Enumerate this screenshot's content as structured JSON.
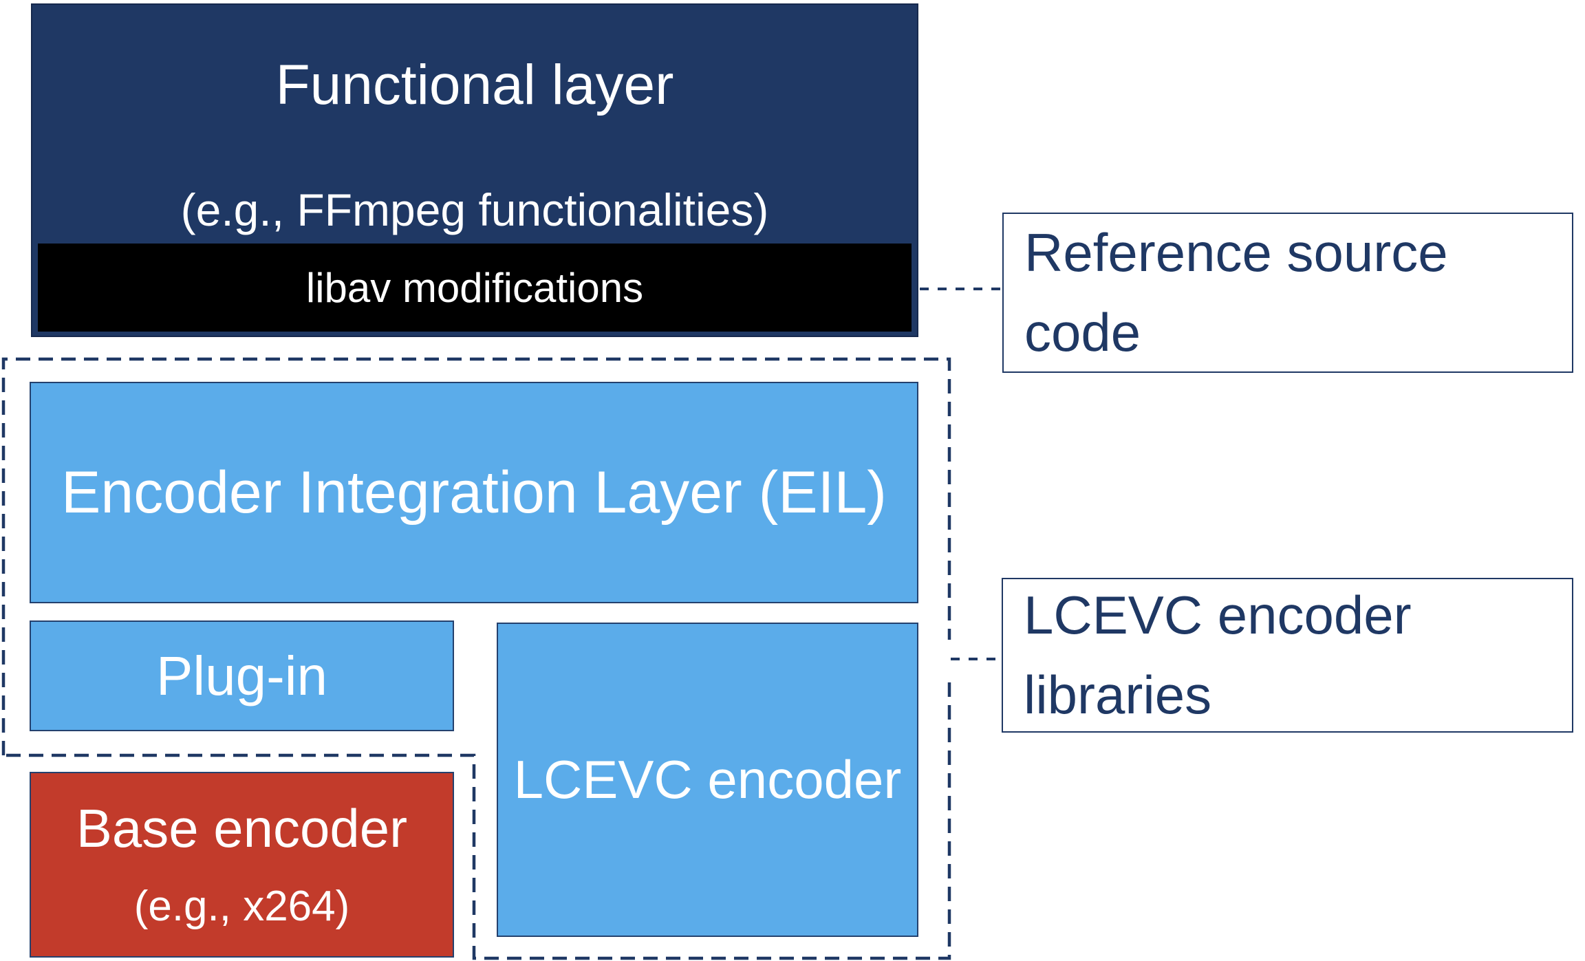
{
  "diagram": {
    "functional_layer": {
      "title": "Functional layer",
      "subtitle": "(e.g., FFmpeg functionalities)",
      "strip_label": "libav modifications"
    },
    "eil": {
      "label": "Encoder Integration Layer (EIL)"
    },
    "plugin": {
      "label": "Plug-in"
    },
    "lcevc_encoder": {
      "label": "LCEVC encoder"
    },
    "base_encoder": {
      "title": "Base encoder",
      "subtitle": "(e.g., x264)"
    },
    "annotations": {
      "reference": {
        "line1": "Reference source",
        "line2": "code"
      },
      "libraries": {
        "line1": "LCEVC encoder",
        "line2": "libraries"
      }
    },
    "colors": {
      "navy": "#1F3864",
      "light_blue": "#5BACEA",
      "red": "#C23B2B",
      "black_strip": "#000000",
      "annotation_text": "#1F3864",
      "dashed_line": "#1F3864",
      "box_border": "#24416E",
      "text_on_boxes": "#FFFFFF"
    }
  }
}
